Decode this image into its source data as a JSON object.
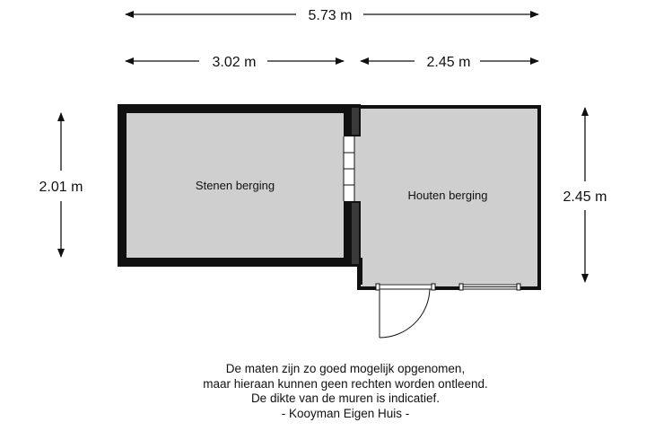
{
  "dimensions": {
    "total_width": "5.73 m",
    "stenen_width": "3.02 m",
    "houten_width": "2.45 m",
    "stenen_depth": "2.01 m",
    "houten_depth": "2.45 m"
  },
  "rooms": {
    "stenen": "Stenen berging",
    "houten": "Houten berging"
  },
  "disclaimer": {
    "line1": "De maten zijn zo goed mogelijk opgenomen,",
    "line2": "maar hieraan kunnen geen rechten worden ontleend.",
    "line3": "De dikte van de muren is indicatief.",
    "line4": "- Kooyman Eigen Huis -"
  },
  "colors": {
    "wall": "#111111",
    "floor": "#cfcfcf",
    "background": "#ffffff"
  }
}
